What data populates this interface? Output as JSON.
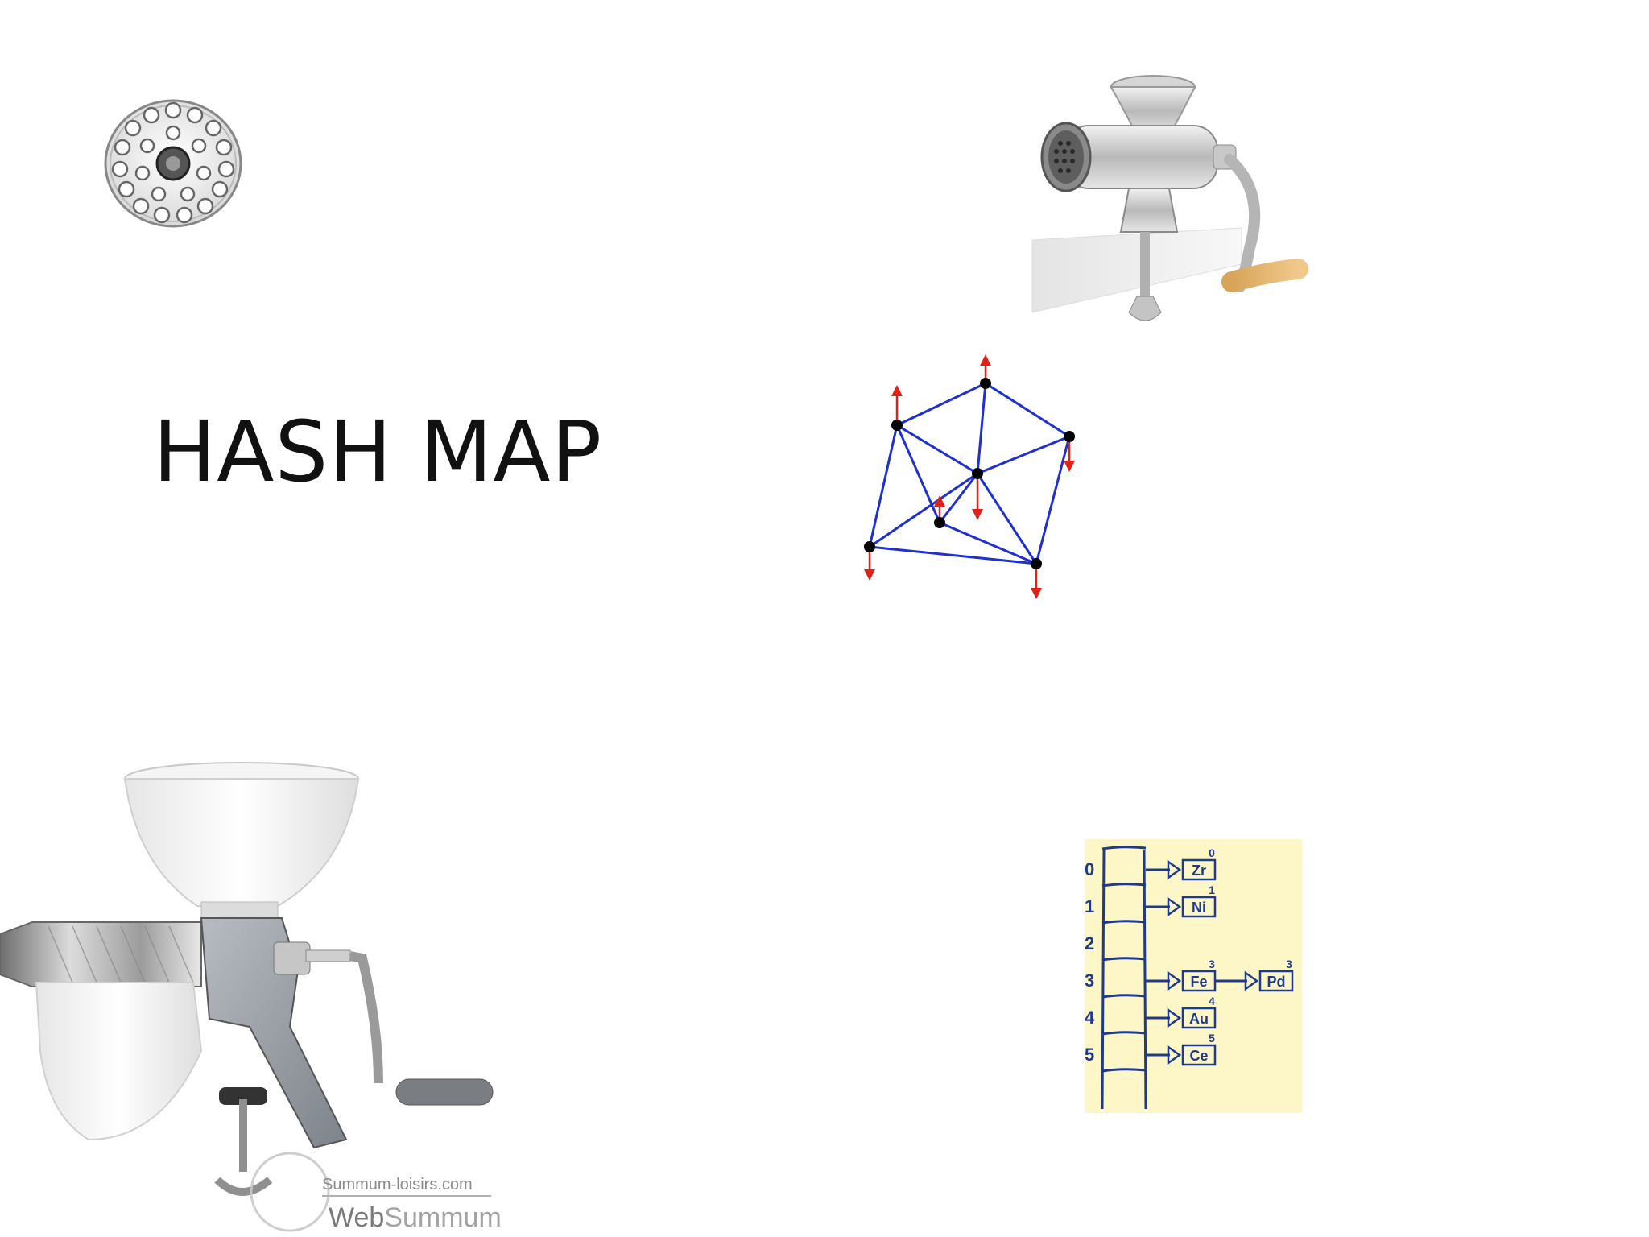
{
  "slide": {
    "title": "HASH MAP"
  },
  "illustrations": {
    "grinder_plate": {
      "icon": "perforated-grinder-plate-icon"
    },
    "meat_grinder": {
      "icon": "hand-crank-meat-grinder-icon"
    },
    "tomato_press": {
      "icon": "tomato-press-machine-icon",
      "watermark_site": "Summum-loisirs.com",
      "watermark_brand_a": "Web",
      "watermark_brand_b": "Summum"
    },
    "graph": {
      "icon": "node-edge-graph-diagram",
      "edge_color": "#1f2fd0",
      "arrow_color": "#e0201a",
      "node_color": "#000000"
    },
    "hash_table": {
      "background": "#fdf7c8",
      "ink": "#1f3a8a",
      "rows": [
        {
          "index": "0",
          "entries": [
            {
              "key": "Zr",
              "hash": "0"
            }
          ]
        },
        {
          "index": "1",
          "entries": [
            {
              "key": "Ni",
              "hash": "1"
            }
          ]
        },
        {
          "index": "2",
          "entries": []
        },
        {
          "index": "3",
          "entries": [
            {
              "key": "Fe",
              "hash": "3"
            },
            {
              "key": "Pd",
              "hash": "3"
            }
          ]
        },
        {
          "index": "4",
          "entries": [
            {
              "key": "Au",
              "hash": "4"
            }
          ]
        },
        {
          "index": "5",
          "entries": [
            {
              "key": "Ce",
              "hash": "5"
            }
          ]
        }
      ]
    }
  }
}
